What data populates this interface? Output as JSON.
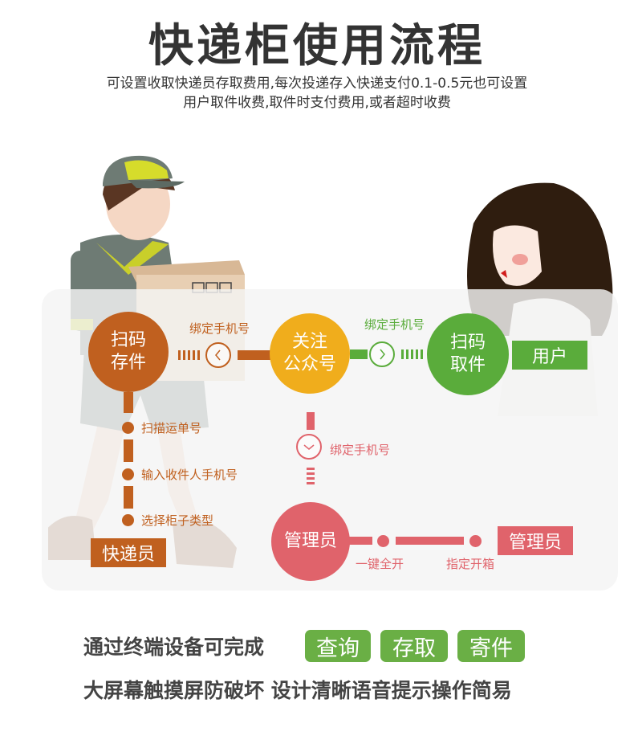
{
  "header": {
    "title": "快递柜使用流程",
    "subtitle_line1": "可设置收取快递员存取费用,每次投递存入快递支付0.1-0.5元也可设置",
    "subtitle_line2": "用户取件收费,取件时支付费用,或者超时收费"
  },
  "colors": {
    "courier_brown": "#c0601f",
    "wechat_yellow": "#f0ad1c",
    "user_green": "#5aac3b",
    "admin_red": "#e0636b",
    "pill_green": "#6aaf45",
    "text_dark": "#333333"
  },
  "flow": {
    "courier_node": {
      "line1": "扫码",
      "line2": "存件"
    },
    "wechat_node": {
      "line1": "关注",
      "line2": "公众号"
    },
    "user_node": {
      "line1": "扫码",
      "line2": "取件"
    },
    "admin_node": "管理员",
    "left_connector_label": "绑定手机号",
    "left_connector_icon": "chevron-left-icon",
    "right_connector_label": "绑定手机号",
    "right_connector_icon": "chevron-right-icon",
    "down_connector_label": "绑定手机号",
    "down_connector_icon": "chevron-down-icon",
    "courier_steps": [
      "扫描运单号",
      "输入收件人手机号",
      "选择柜子类型"
    ],
    "courier_tag": "快递员",
    "user_tag": "用户",
    "admin_tag": "管理员",
    "admin_actions": [
      "一键全开",
      "指定开箱"
    ]
  },
  "footer": {
    "line1_prefix": "通过终端设备可完成",
    "features": [
      "查询",
      "存取",
      "寄件"
    ],
    "line2": "大屏幕触摸屏防破坏 设计清晰语音提示操作简易"
  }
}
